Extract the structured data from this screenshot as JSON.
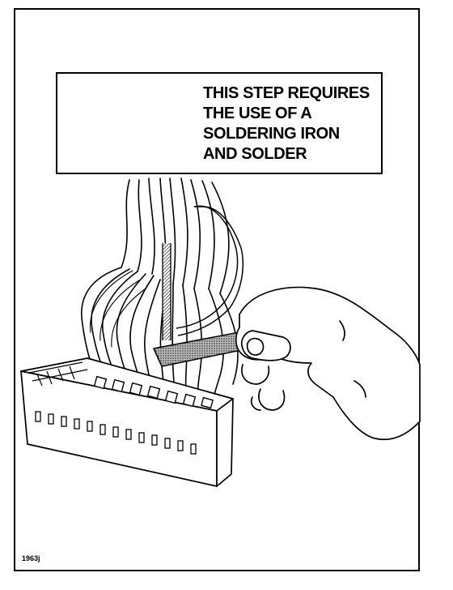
{
  "callout": {
    "lines": [
      "THIS STEP REQUIRES",
      "THE USE OF A",
      "SOLDERING IRON",
      "AND SOLDER"
    ],
    "icon": "soldering-iron-icon"
  },
  "figure": {
    "id": "1963j"
  },
  "colors": {
    "line": "#000000",
    "background": "#ffffff",
    "tape": "#9a9a9a"
  }
}
